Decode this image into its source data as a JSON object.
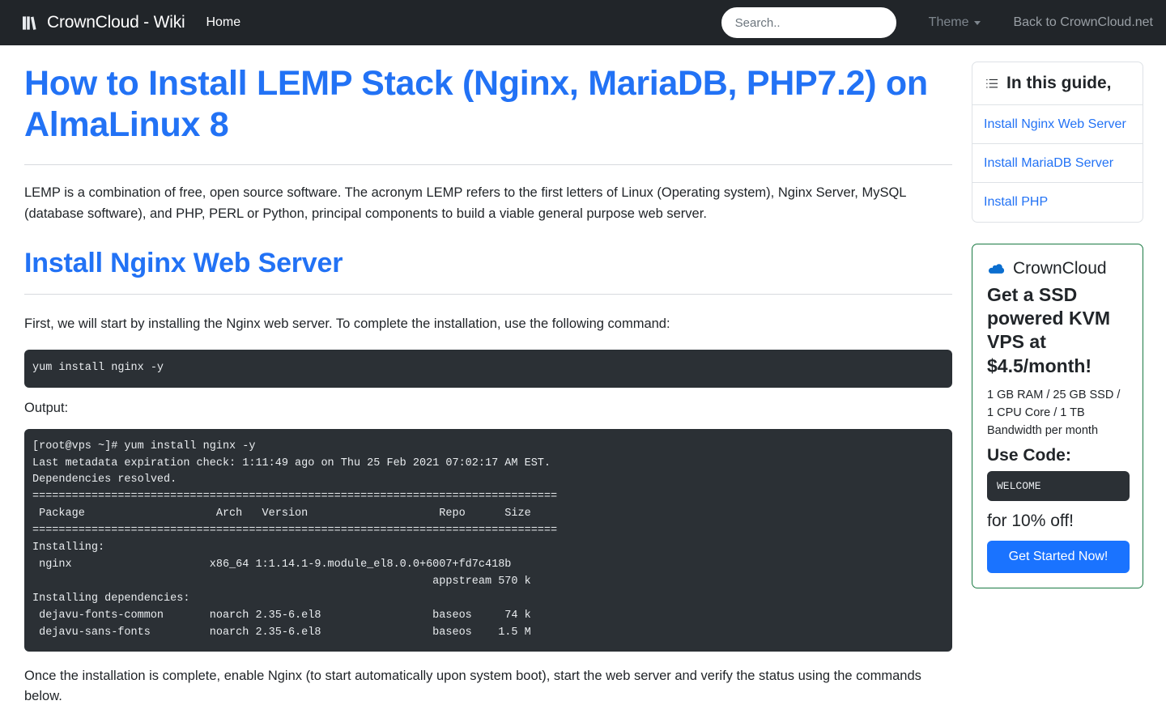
{
  "navbar": {
    "brand": "CrownCloud - Wiki",
    "brand_icon": "books-icon",
    "home_label": "Home",
    "search_placeholder": "Search..",
    "search_value": "",
    "theme_label": "Theme",
    "back_label": "Back to CrownCloud.net"
  },
  "main": {
    "title": "How to Install LEMP Stack (Nginx, MariaDB, PHP7.2) on AlmaLinux 8",
    "intro": "LEMP is a combination of free, open source software. The acronym LEMP refers to the first letters of Linux (Operating system), Nginx Server, MySQL (database software), and PHP, PERL or Python, principal components to build a viable general purpose web server.",
    "section_title": "Install Nginx Web Server",
    "section_intro": "First, we will start by installing the Nginx web server. To complete the installation, use the following command:",
    "command": "yum install nginx -y",
    "output_label": "Output:",
    "output": "[root@vps ~]# yum install nginx -y\nLast metadata expiration check: 1:11:49 ago on Thu 25 Feb 2021 07:02:17 AM EST.\nDependencies resolved.\n================================================================================\n Package                    Arch   Version                    Repo      Size\n================================================================================\nInstalling:\n nginx                     x86_64 1:1.14.1-9.module_el8.0.0+6007+fd7c418b\n                                                             appstream 570 k\nInstalling dependencies:\n dejavu-fonts-common       noarch 2.35-6.el8                 baseos     74 k\n dejavu-sans-fonts         noarch 2.35-6.el8                 baseos    1.5 M",
    "closing": "Once the installation is complete, enable Nginx (to start automatically upon system boot), start the web server and verify the status using the commands below."
  },
  "sidebar": {
    "guide": {
      "icon": "list-ul-icon",
      "title": "In this guide,",
      "items": [
        {
          "label": "Install Nginx Web Server"
        },
        {
          "label": "Install MariaDB Server"
        },
        {
          "label": "Install PHP"
        }
      ]
    },
    "promo": {
      "icon": "cloud-icon",
      "brand": "CrownCloud",
      "headline": "Get a SSD powered KVM VPS at $4.5/month!",
      "specs": "1 GB RAM / 25 GB SSD / 1 CPU Core / 1 TB Bandwidth per month",
      "use_code_label": "Use Code:",
      "code": "WELCOME",
      "discount": "for 10% off!",
      "cta": "Get Started Now!"
    }
  },
  "colors": {
    "navbar_bg": "#212529",
    "link_blue": "#2272f5",
    "code_bg": "#2b3035",
    "promo_border": "#1a7a43",
    "cta_blue": "#1a73ff"
  }
}
